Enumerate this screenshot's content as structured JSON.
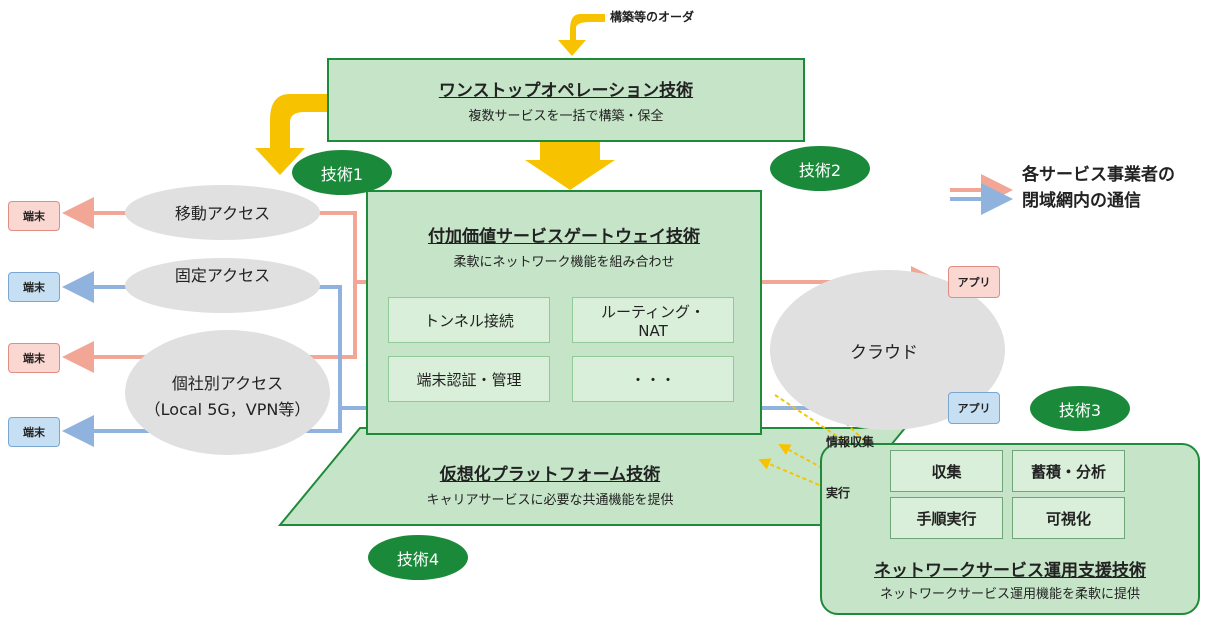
{
  "order_label": "構築等のオーダ",
  "onestop": {
    "title": "ワンストップオペレーション技術",
    "subtitle": "複数サービスを一括で構築・保全"
  },
  "gateway": {
    "title": "付加価値サービスゲートウェイ技術",
    "subtitle": "柔軟にネットワーク機能を組み合わせ",
    "modules": [
      "トンネル接続",
      "ルーティング・\nNAT",
      "端末認証・管理",
      "・・・"
    ]
  },
  "platform": {
    "title": "仮想化プラットフォーム技術",
    "subtitle": "キャリアサービスに必要な共通機能を提供"
  },
  "opsupport": {
    "title": "ネットワークサービス運用支援技術",
    "subtitle": "ネットワークサービス運用機能を柔軟に提供",
    "modules": [
      "収集",
      "蓄積・分析",
      "手順実行",
      "可視化"
    ]
  },
  "tech_labels": [
    "技術1",
    "技術2",
    "技術3",
    "技術4"
  ],
  "access": {
    "mobile": "移動アクセス",
    "fixed": "固定アクセス",
    "private_line1": "個社別アクセス",
    "private_line2": "（Local 5G，VPN等）"
  },
  "terminal_label": "端末",
  "app_label": "アプリ",
  "cloud_label": "クラウド",
  "info_collect_label": "情報収集",
  "execute_label": "実行",
  "legend": {
    "line1": "各サービス事業者の",
    "line2": "閉域網内の通信"
  },
  "colors": {
    "green": "#1f8a3a",
    "fill": "#c6e5c8",
    "red_flow": "#f2a695",
    "blue_flow": "#8fb3dc",
    "yellow": "#f7c300"
  }
}
